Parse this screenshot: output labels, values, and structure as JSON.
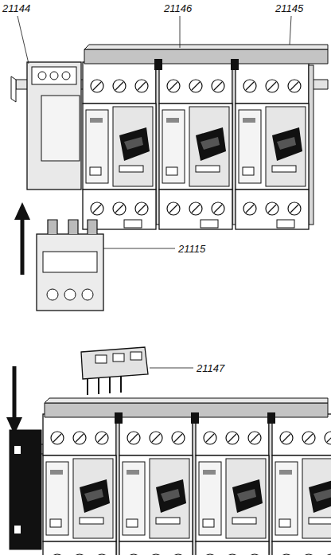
{
  "diagram": {
    "labels": [
      "21144",
      "21146",
      "21145",
      "21115",
      "21147"
    ]
  }
}
